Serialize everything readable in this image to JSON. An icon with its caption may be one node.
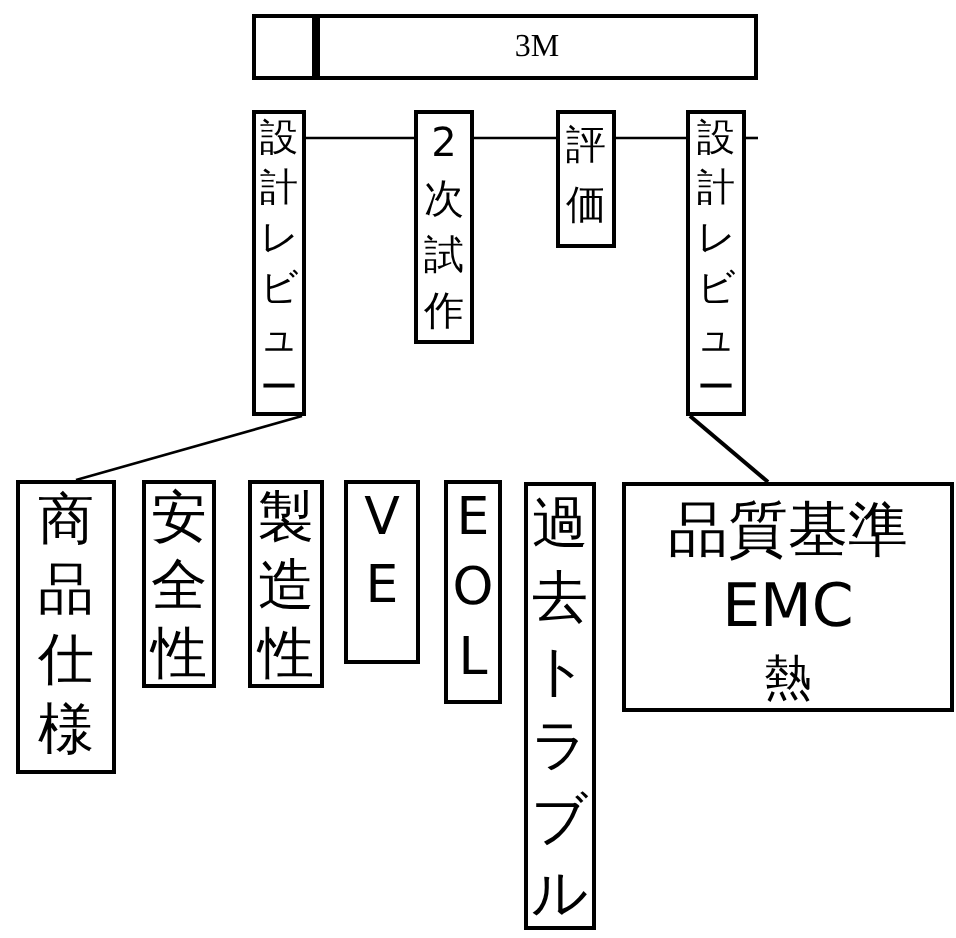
{
  "diagram": {
    "nodes": [
      {
        "text": [],
        "shape": "box"
      },
      {
        "text": [
          "3M"
        ]
      },
      {
        "text": [
          "設計レビュー"
        ]
      },
      {
        "text": [
          "2次試作"
        ]
      },
      {
        "text": [
          "評価"
        ]
      },
      {
        "text": [
          "設計レビュー"
        ]
      },
      {
        "text": [
          "商品仕様"
        ]
      },
      {
        "text": [
          "安全性"
        ]
      },
      {
        "text": [
          "製造性"
        ]
      },
      {
        "text": [
          "VE"
        ]
      },
      {
        "text": [
          "EOL"
        ]
      },
      {
        "text": [
          "過去トラブル"
        ]
      },
      {
        "text": [
          "品質基準",
          "EMC",
          "熱"
        ]
      }
    ],
    "edges": [
      {
        "from": 2,
        "to": 3,
        "arrow": "none"
      },
      {
        "from": 3,
        "to": 4,
        "arrow": "none"
      },
      {
        "from": 4,
        "to": 5,
        "arrow": "none"
      },
      {
        "from": 5,
        "to": null,
        "arrow": "none"
      },
      {
        "from": 2,
        "to": 6,
        "arrow": "none"
      },
      {
        "from": 5,
        "to": 12,
        "arrow": "none"
      }
    ]
  }
}
